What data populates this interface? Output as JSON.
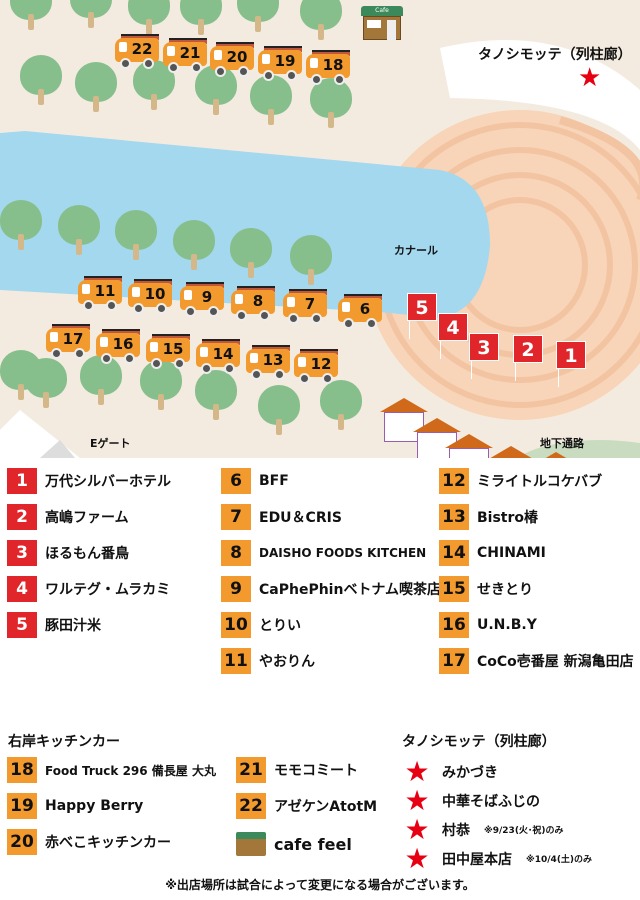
{
  "map": {
    "labels": {
      "colonnade": "タノシモッテ（列柱廊）",
      "canal": "カナール",
      "e_gate": "Eゲート",
      "underpass": "地下通路"
    },
    "trucks": [
      "22",
      "21",
      "20",
      "19",
      "18",
      "11",
      "10",
      "9",
      "8",
      "7",
      "6",
      "17",
      "16",
      "15",
      "14",
      "13",
      "12"
    ],
    "flags": [
      "5",
      "4",
      "3",
      "2",
      "1"
    ],
    "cafe_sign": "Cafe"
  },
  "colors": {
    "red": "#e0262a",
    "orange": "#f29a2e",
    "water": "#a3d8ef",
    "ground": "#f4ebe0",
    "tree": "#86bf8b"
  },
  "tents": [
    {
      "num": "1",
      "name": "万代シルバーホテル"
    },
    {
      "num": "2",
      "name": "高嶋ファーム"
    },
    {
      "num": "3",
      "name": "ほるもん番鳥"
    },
    {
      "num": "4",
      "name": "ワルテグ・ムラカミ"
    },
    {
      "num": "5",
      "name": "豚田汁米"
    }
  ],
  "trucks_mid": [
    {
      "num": "6",
      "name": "BFF"
    },
    {
      "num": "7",
      "name": "EDU＆CRIS"
    },
    {
      "num": "8",
      "name": "DAISHO FOODS KITCHEN"
    },
    {
      "num": "9",
      "name": "CaPhePhinベトナム喫茶店"
    },
    {
      "num": "10",
      "name": "とりい"
    },
    {
      "num": "11",
      "name": "やおりん"
    }
  ],
  "trucks_right": [
    {
      "num": "12",
      "name": "ミライトルコケバブ"
    },
    {
      "num": "13",
      "name": "Bistro椿"
    },
    {
      "num": "14",
      "name": "CHINAMI"
    },
    {
      "num": "15",
      "name": "せきとり"
    },
    {
      "num": "16",
      "name": "U.N.B.Y"
    },
    {
      "num": "17",
      "name": "CoCo壱番屋 新潟亀田店"
    }
  ],
  "right_bank": {
    "title": "右岸キッチンカー",
    "items": [
      {
        "num": "18",
        "name": "Food Truck 296 備長屋 大丸"
      },
      {
        "num": "19",
        "name": "Happy Berry"
      },
      {
        "num": "20",
        "name": "赤べこキッチンカー"
      },
      {
        "num": "21",
        "name": "モモコミート"
      },
      {
        "num": "22",
        "name": "アゼケンAtotM"
      }
    ],
    "cafe": "cafe feel"
  },
  "colonnade": {
    "title": "タノシモッテ（列柱廊）",
    "items": [
      {
        "name": "みかづき",
        "note": ""
      },
      {
        "name": "中華そばふじの",
        "note": ""
      },
      {
        "name": "村恭",
        "note": "※9/23(火･祝)のみ"
      },
      {
        "name": "田中屋本店",
        "note": "※10/4(土)のみ"
      }
    ]
  },
  "footnote": "※出店場所は試合によって変更になる場合がございます。"
}
